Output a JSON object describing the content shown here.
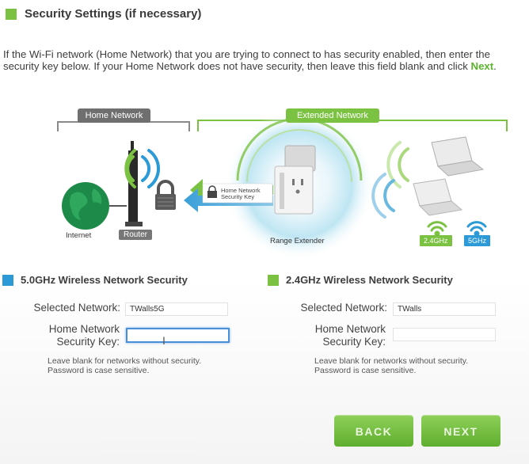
{
  "header": {
    "title": "Security Settings (if necessary)"
  },
  "intro": {
    "text": "If the Wi-Fi network (Home Network) that you are trying to connect to has security enabled, then enter the security key below. If your Home Network does not have security, then leave this field blank and click ",
    "next_word": "Next",
    "end": "."
  },
  "diagram": {
    "home_network": "Home Network",
    "extended_network": "Extended Network",
    "internet": "Internet",
    "router": "Router",
    "range_extender": "Range Extender",
    "home_key_line1": "Home Network",
    "home_key_line2": "Security Key",
    "freq_24": "2.4GHz",
    "freq_5": "5GHz"
  },
  "section_5g": {
    "title": "5.0GHz Wireless Network Security",
    "selected_label": "Selected Network:",
    "selected_value": "TWalls5G",
    "key_label_line1": "Home Network",
    "key_label_line2": "Security Key:",
    "key_value": "",
    "hint_line1": "Leave blank for networks without security.",
    "hint_line2": "Password is case sensitive."
  },
  "section_24g": {
    "title": "2.4GHz Wireless Network Security",
    "selected_label": "Selected Network:",
    "selected_value": "TWalls",
    "key_label_line1": "Home Network",
    "key_label_line2": "Security Key:",
    "key_value": "",
    "hint_line1": "Leave blank for networks without security.",
    "hint_line2": "Password is case sensitive."
  },
  "buttons": {
    "back": "BACK",
    "next": "NEXT"
  },
  "colors": {
    "accent_green": "#7cc242",
    "accent_blue": "#2b9ad6",
    "button_green": "#6dbb3a"
  },
  "icons": [
    "lock-icon",
    "wifi-icon",
    "globe-icon",
    "laptop-icon",
    "text-cursor-icon"
  ]
}
